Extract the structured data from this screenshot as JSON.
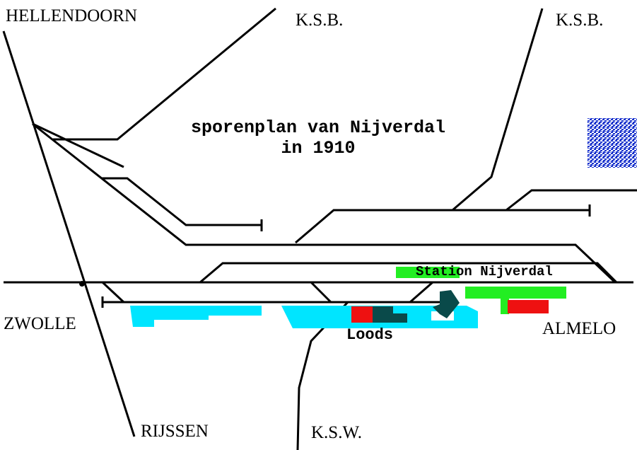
{
  "title": {
    "line1": "sporenplan van Nijverdal",
    "line2": "in 1910"
  },
  "places": {
    "hellendoorn": "HELLENDOORN",
    "ksb_left": "K.S.B.",
    "ksb_right": "K.S.B.",
    "zwolle": "ZWOLLE",
    "almelo": "ALMELO",
    "rijssen": "RIJSSEN",
    "ksw": "K.S.W."
  },
  "labels": {
    "station": "Station Nijverdal",
    "loods": "Loods"
  },
  "colors": {
    "track": "#000000",
    "water": "#00e5ff",
    "station_building": "#22ee22",
    "loods_red": "#ee1111",
    "loods_dark": "#0a4a4a",
    "map_tile": "#1a33cc"
  }
}
